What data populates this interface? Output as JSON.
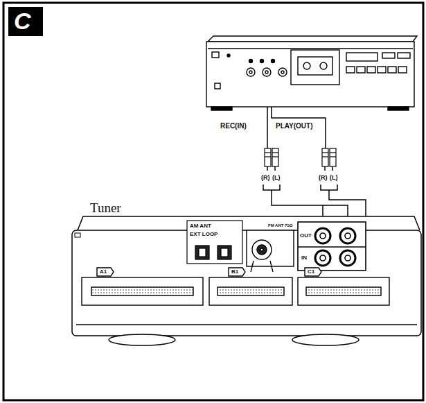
{
  "diagram": {
    "labels": [
      "C",
      "REC(IN)",
      "PLAY(OUT)",
      "(R)",
      "(L)",
      "(R)",
      "(L)",
      "Tuner",
      "AM ANT",
      "EXT LOOP",
      "FM ANT 75Ω",
      "OUT",
      "IN",
      "A1",
      "B1",
      "C1"
    ]
  }
}
